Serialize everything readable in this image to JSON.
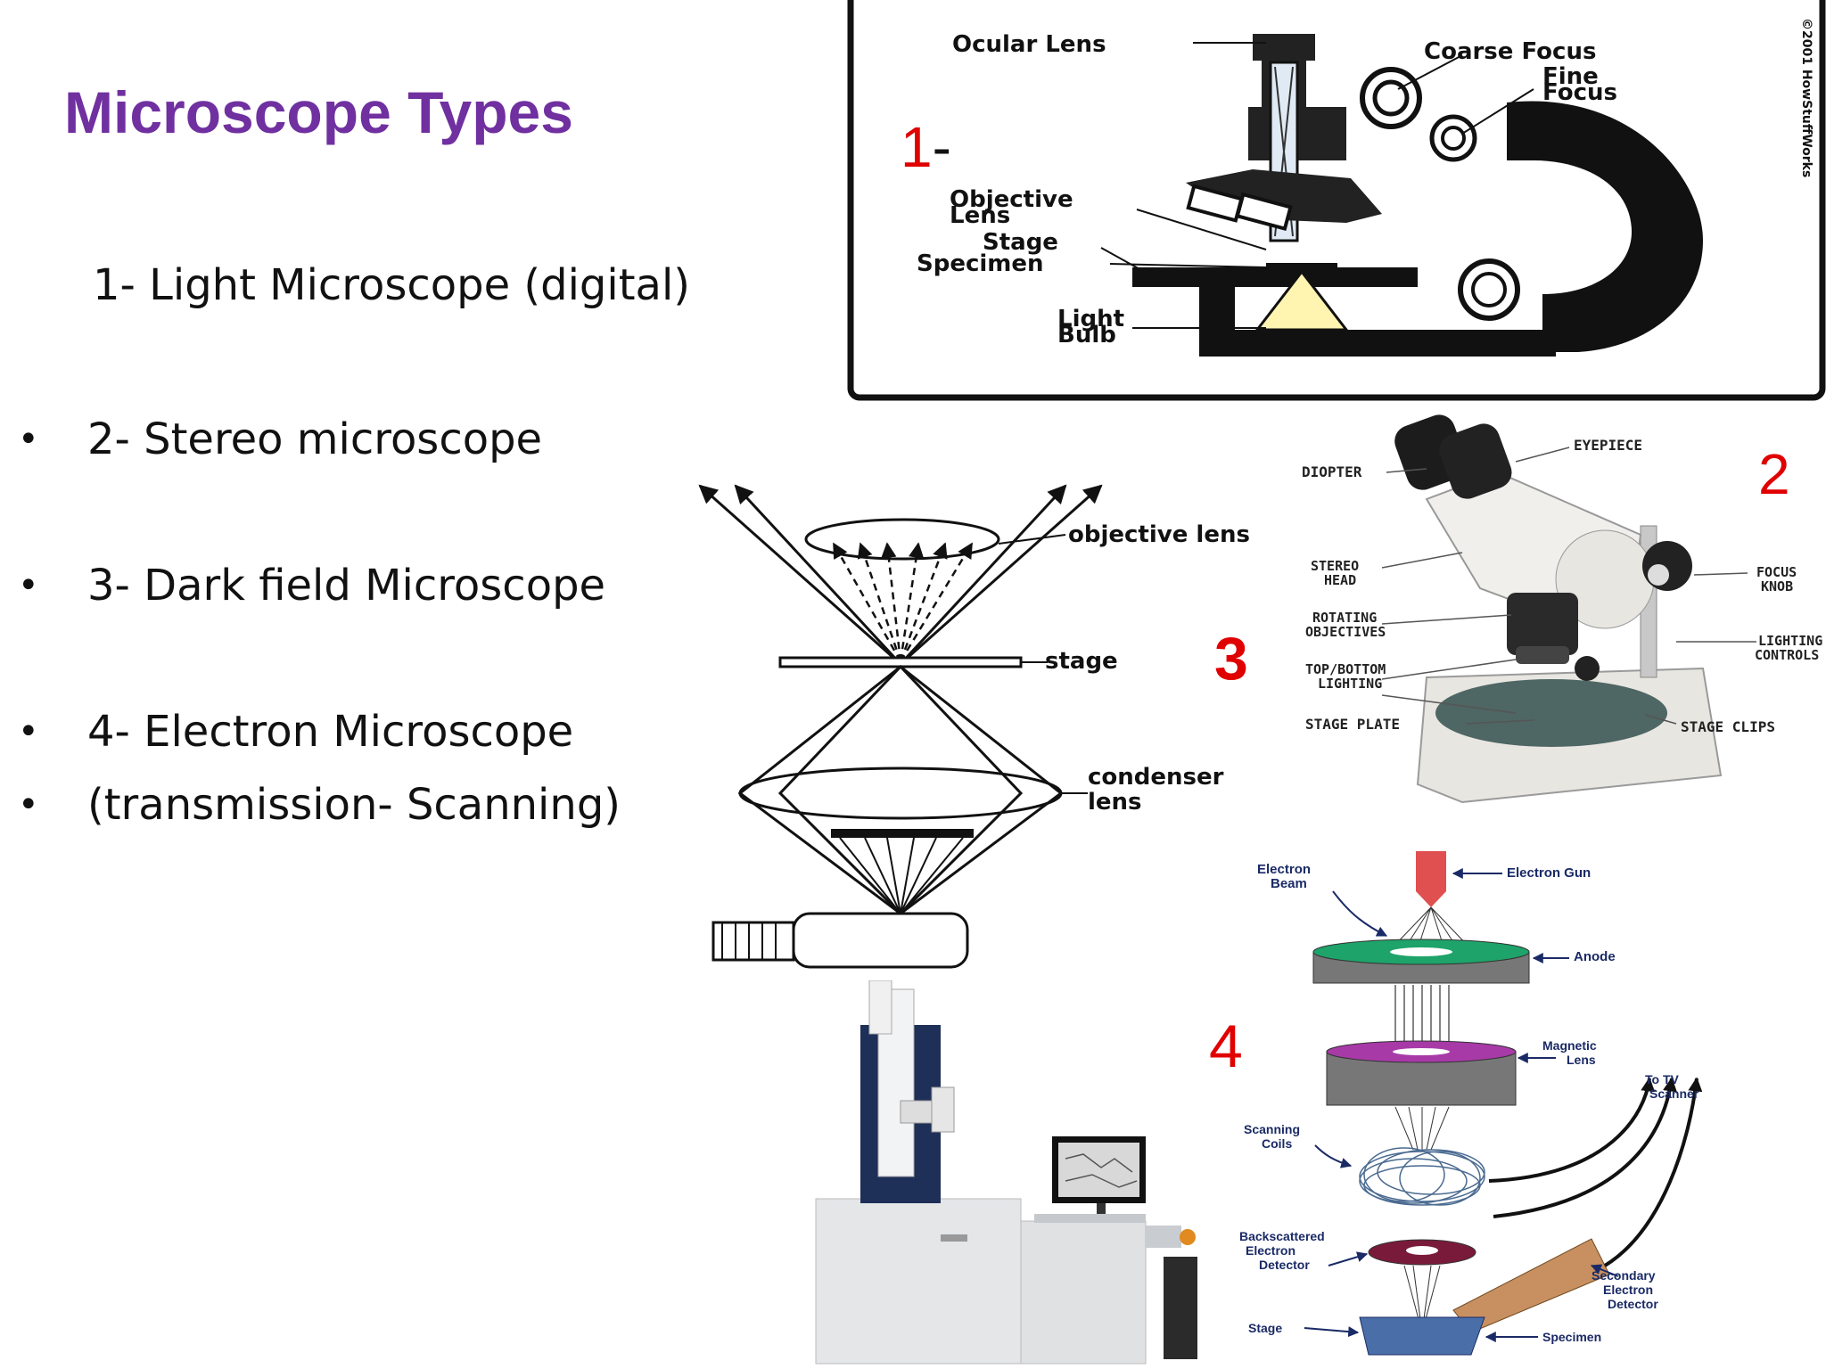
{
  "slide": {
    "title": "Microscope Types",
    "items": [
      "1- Light Microscope (digital)",
      "2- Stereo microscope",
      "3- Dark field  Microscope",
      "4- Electron Microscope",
      "(transmission- Scanning)"
    ],
    "bullet_char": "•"
  },
  "figure_numbers": {
    "one_digit": "1",
    "one_dash": "-",
    "two": "2",
    "three": "3",
    "four": "4"
  },
  "light_diagram": {
    "ocular": "Ocular Lens",
    "coarse": "Coarse Focus",
    "fine_line1": "Fine",
    "fine_line2": "Focus",
    "objective_line1": "Objective",
    "objective_line2": "Lens",
    "stage": "Stage",
    "specimen": "Specimen",
    "bulb_line1": "Light",
    "bulb_line2": "Bulb",
    "copyright": "©2001 HowStuffWorks"
  },
  "darkfield_diagram": {
    "objective": "objective lens",
    "stage": "stage",
    "condenser_line1": "condenser",
    "condenser_line2": "lens"
  },
  "stereo_labels": {
    "eyepiece": "EYEPIECE",
    "diopter": "DIOPTER",
    "stereo_head_1": "STEREO",
    "stereo_head_2": "HEAD",
    "focus_1": "FOCUS",
    "focus_2": "KNOB",
    "rotating_1": "ROTATING",
    "rotating_2": "OBJECTIVES",
    "lighting_controls_1": "LIGHTING",
    "lighting_controls_2": "CONTROLS",
    "topbottom_1": "TOP/BOTTOM",
    "topbottom_2": "LIGHTING",
    "stage_plate": "STAGE PLATE",
    "stage_clips": "STAGE CLIPS"
  },
  "sem_labels": {
    "beam_1": "Electron",
    "beam_2": "Beam",
    "gun": "Electron Gun",
    "anode": "Anode",
    "magnetic_1": "Magnetic",
    "magnetic_2": "Lens",
    "tv_1": "To TV",
    "tv_2": "Scanner",
    "scanning_1": "Scanning",
    "scanning_2": "Coils",
    "backscatter_1": "Backscattered",
    "backscatter_2": "Electron",
    "backscatter_3": "Detector",
    "secondary_1": "Secondary",
    "secondary_2": "Electron",
    "secondary_3": "Detector",
    "stage": "Stage",
    "specimen": "Specimen"
  },
  "colors": {
    "title": "#7030a0",
    "figure_number": "#e00000",
    "anode": "#1ea36a",
    "magnetic_lens": "#a83aa8",
    "backscatter_detector": "#7a1a3a",
    "electron_gun": "#e05050",
    "specimen_plate": "#4a6fa8",
    "secondary_detector": "#c89060",
    "bulb_light": "#fff4b0"
  }
}
